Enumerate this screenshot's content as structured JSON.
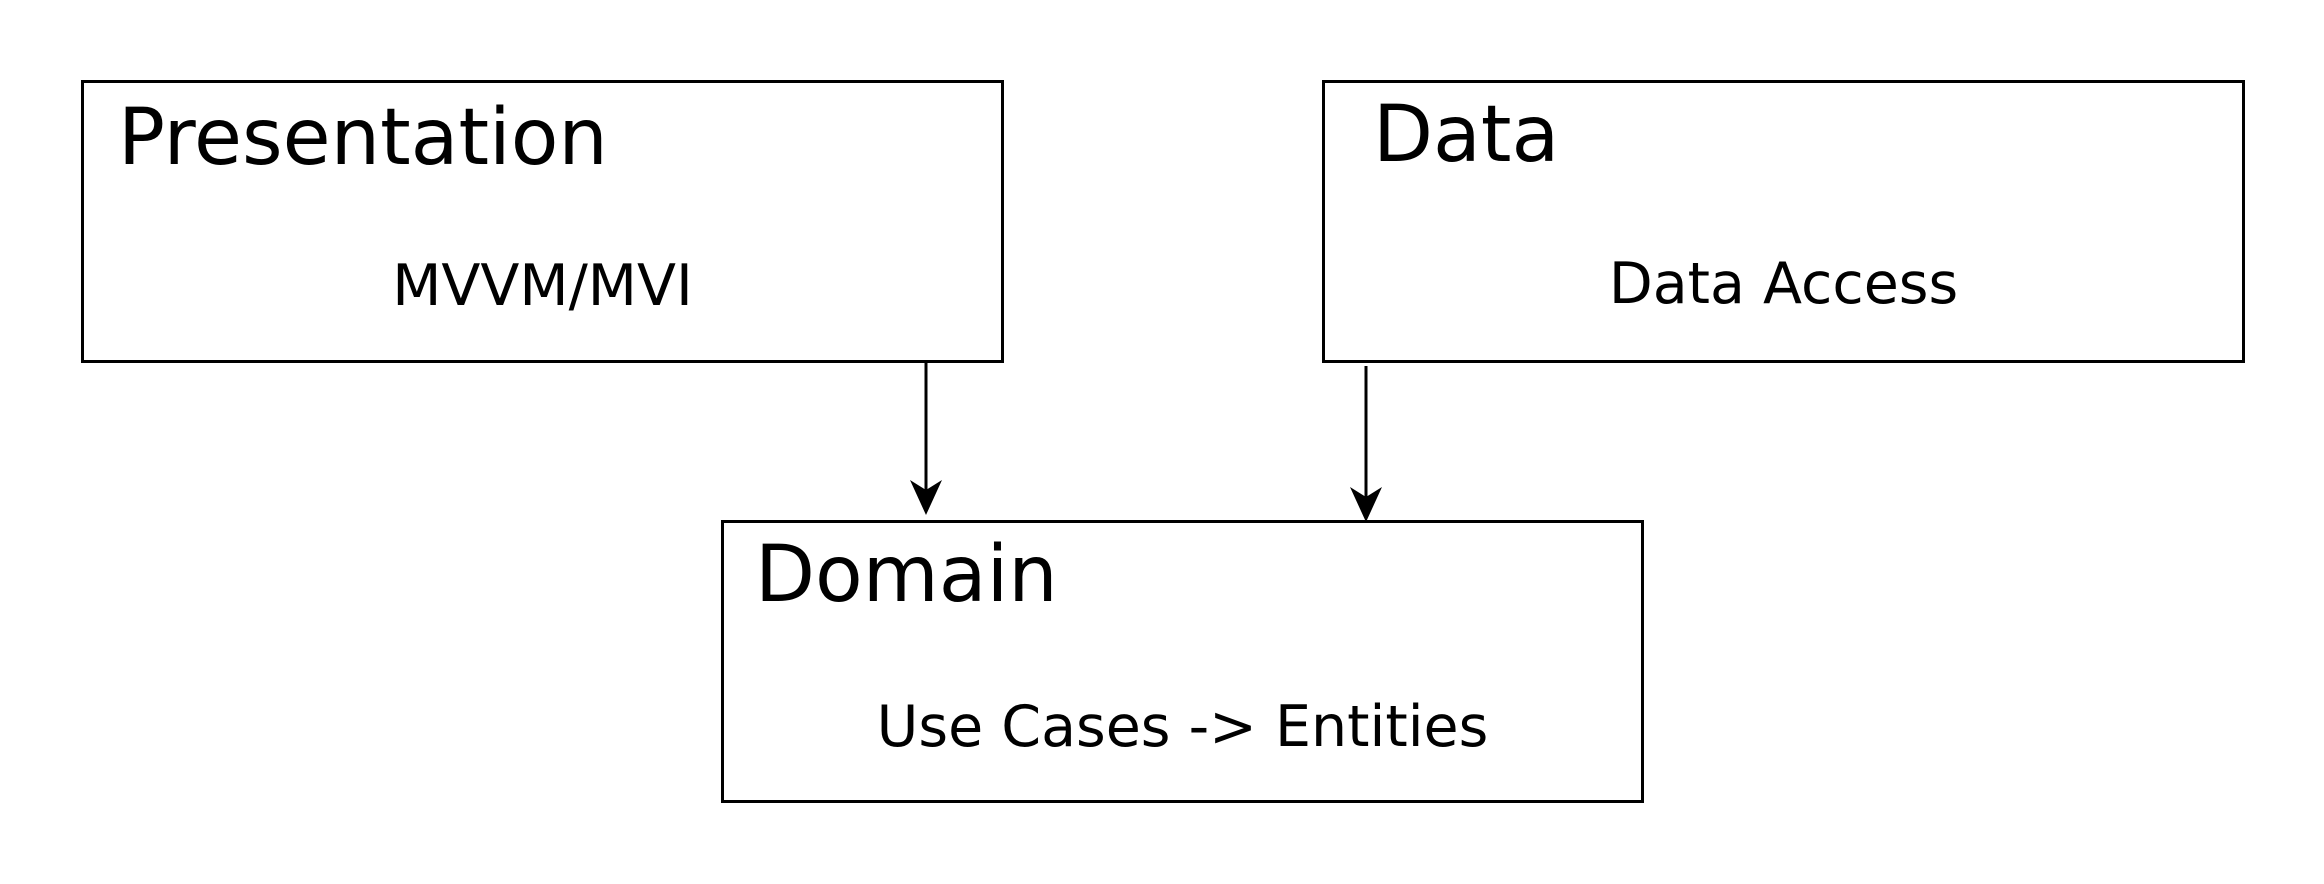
{
  "diagram": {
    "layers": {
      "presentation": {
        "title": "Presentation",
        "description": "MVVM/MVI"
      },
      "data": {
        "title": "Data",
        "description": "Data Access"
      },
      "domain": {
        "title": "Domain",
        "description": "Use Cases -> Entities"
      }
    },
    "connections": [
      {
        "from": "presentation",
        "to": "domain"
      },
      {
        "from": "data",
        "to": "domain"
      }
    ],
    "colors": {
      "stroke": "#000000",
      "background": "#ffffff"
    }
  }
}
